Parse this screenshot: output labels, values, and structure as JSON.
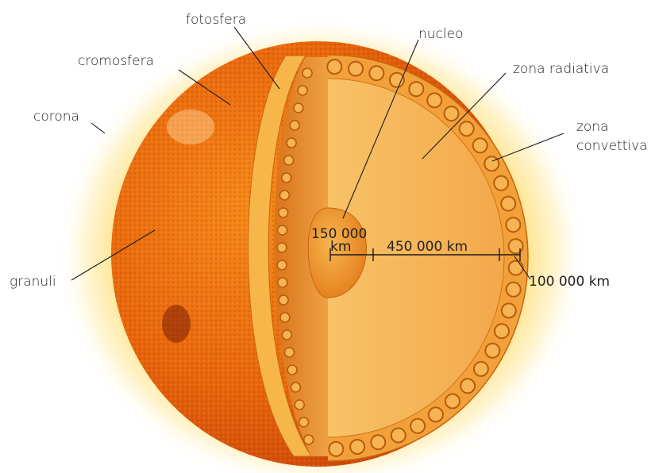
{
  "labels": {
    "fotosfera": "fotosfera",
    "cromosfera": "cromosfera",
    "corona": "corona",
    "granuli": "granuli",
    "nucleo": "nucleo",
    "zona_radiativa": "zona radiativa",
    "zona_convettiva_line1": "zona",
    "zona_convettiva_line2": "convettiva"
  },
  "scale": {
    "core_radius_line1": "150 000",
    "core_radius_line2": "km",
    "radiative_width": "450 000 km",
    "convective_width": "100 000 km"
  },
  "colors": {
    "corona_glow": "#ffd24a",
    "surface": "#f07a10",
    "surface_dark": "#c0400a",
    "radiative_light": "#fbd079",
    "radiative_dark": "#e58a1e",
    "convective_band": "#f2a13a",
    "core": "#f0962a",
    "leader_line": "#1a1a1a"
  }
}
